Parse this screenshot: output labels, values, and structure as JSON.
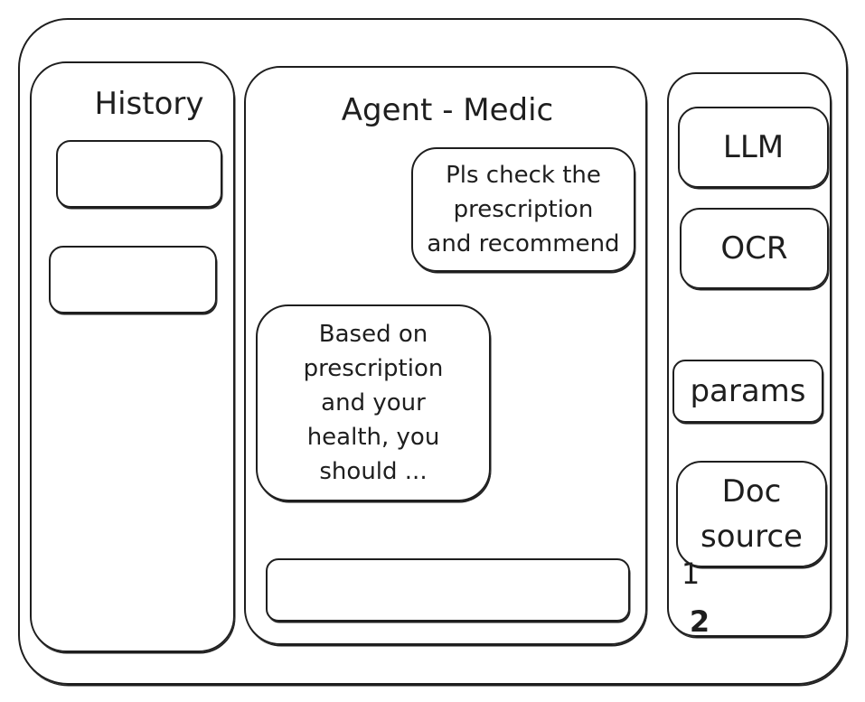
{
  "history": {
    "title": "History",
    "items": [
      "",
      ""
    ]
  },
  "chat": {
    "title": "Agent - Medic",
    "user_message": "Pls check the\nprescription\nand recommend",
    "agent_message": "Based on\nprescription\nand your\nhealth, you\nshould ...",
    "input_value": ""
  },
  "settings": {
    "llm_label": "LLM",
    "ocr_label": "OCR",
    "params_label": "params",
    "doc_source_label": "Doc\nsource",
    "doc_sources": [
      "1",
      "2"
    ]
  }
}
